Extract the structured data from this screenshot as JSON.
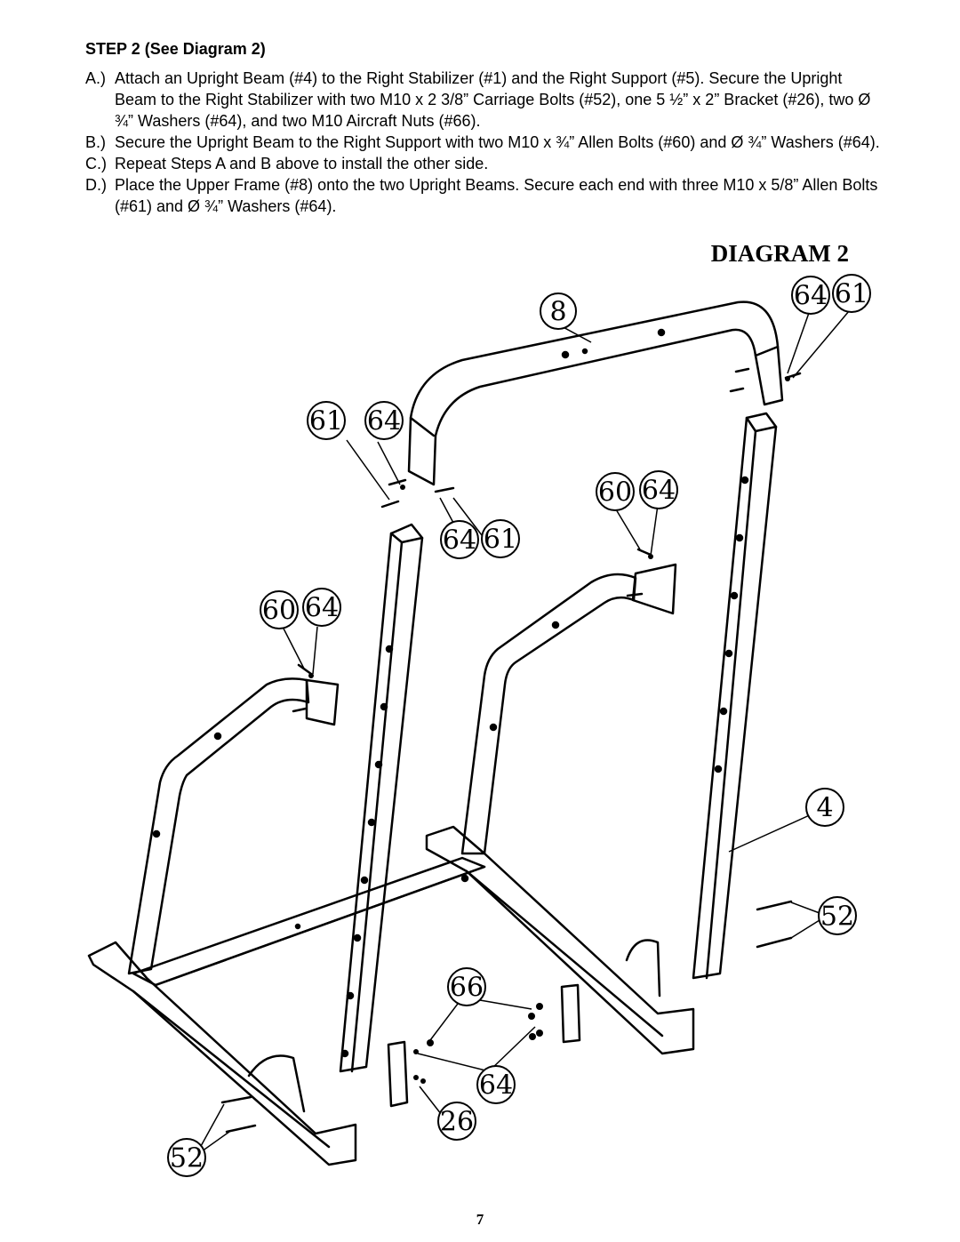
{
  "heading": "STEP 2   (See Diagram 2)",
  "steps": [
    {
      "label": "A.)",
      "text": "Attach an Upright Beam (#4) to the Right Stabilizer (#1) and the Right Support (#5). Secure the Upright Beam to the Right Stabilizer with two M10 x 2 3/8” Carriage Bolts (#52), one 5 ½” x 2” Bracket (#26), two Ø ¾” Washers (#64), and two M10 Aircraft Nuts (#66)."
    },
    {
      "label": "B.)",
      "text": "Secure the Upright Beam to the Right Support with two M10 x ¾” Allen Bolts (#60) and Ø ¾” Washers (#64)."
    },
    {
      "label": "C.)",
      "text": "Repeat Steps A and B above to install the other side."
    },
    {
      "label": "D.)",
      "text": "Place the Upper Frame (#8) onto the two Upright Beams. Secure each end with three M10 x 5/8” Allen Bolts (#61) and Ø ¾” Washers (#64)."
    }
  ],
  "diagram_title": "DIAGRAM 2",
  "callouts": {
    "c8": "8",
    "c64a": "64",
    "c61a": "61",
    "c61b": "61",
    "c64b": "64",
    "c64c": "64",
    "c61c": "61",
    "c60a": "60",
    "c64d": "64",
    "c60b": "60",
    "c64e": "64",
    "c4": "4",
    "c52a": "52",
    "c66": "66",
    "c64f": "64",
    "c26": "26",
    "c52b": "52"
  },
  "page_number": "7"
}
